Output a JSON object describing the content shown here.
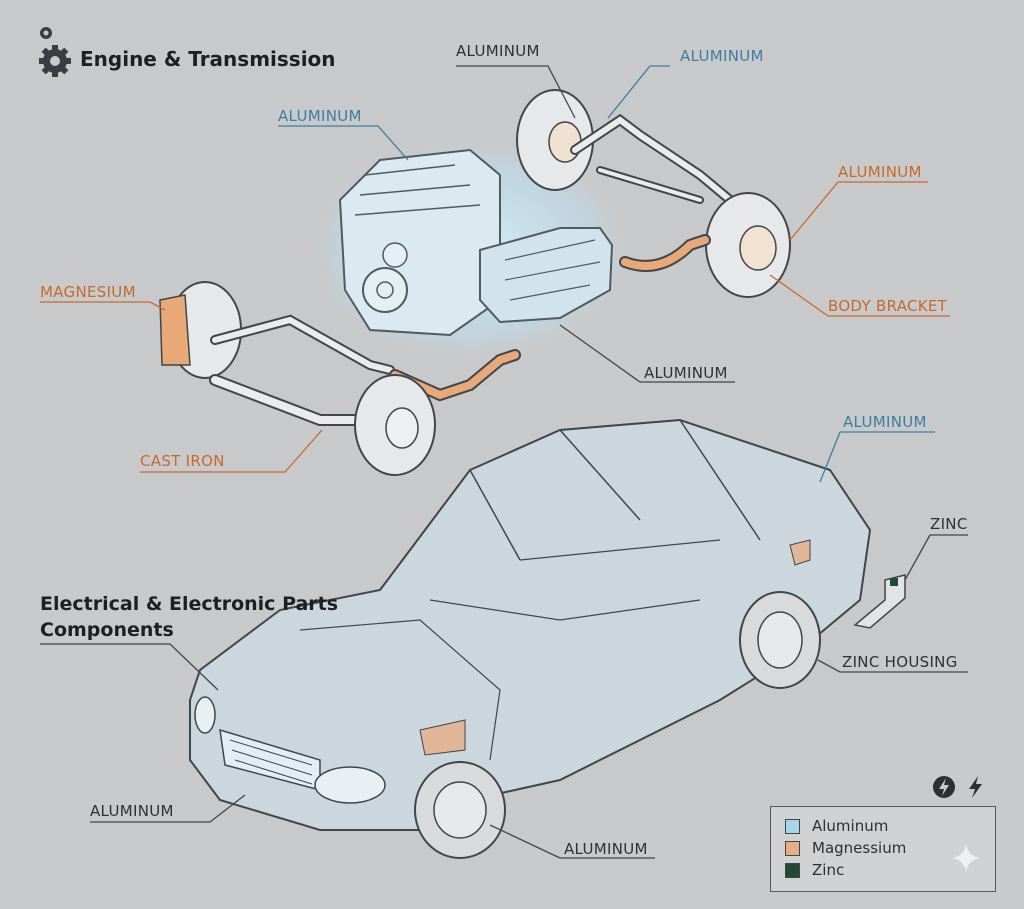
{
  "titles": {
    "engine_transmission": "Engine & Transmission",
    "electrical_line1": "Electrical & Electronic Parts",
    "electrical_line2": "Components"
  },
  "callouts": {
    "upper_aluminum_left": "ALUMINUM",
    "upper_aluminum_right": "ALUMINUM",
    "engine_aluminum": "ALUMINUM",
    "rear_axle_aluminum": "ALUMINUM",
    "magnesium": "MAGNESIUM",
    "body_bracket": "BODY BRACKET",
    "transmission_aluminum": "ALUMINUM",
    "cast_iron": "CAST IRON",
    "roof_aluminum": "ALUMINUM",
    "zinc": "ZINC",
    "zinc_housing": "ZINC  HOUSING",
    "bumper_aluminum": "ALUMINUM",
    "wheel_aluminum": "ALUMINUM"
  },
  "legend": {
    "items": [
      {
        "label": "Aluminum",
        "color": "#a9d5ea"
      },
      {
        "label": "Magnessium",
        "color": "#e8ad86"
      },
      {
        "label": "Zinc",
        "color": "#1f4a34"
      }
    ]
  },
  "icons": {
    "header": [
      "gear-icon"
    ],
    "legend": [
      "lightning-icon"
    ]
  },
  "colors": {
    "aluminum_text": "#3c7ea1",
    "magnesium_text": "#c8692a",
    "label_text": "#2e3134",
    "background": "#c8c9ca"
  }
}
